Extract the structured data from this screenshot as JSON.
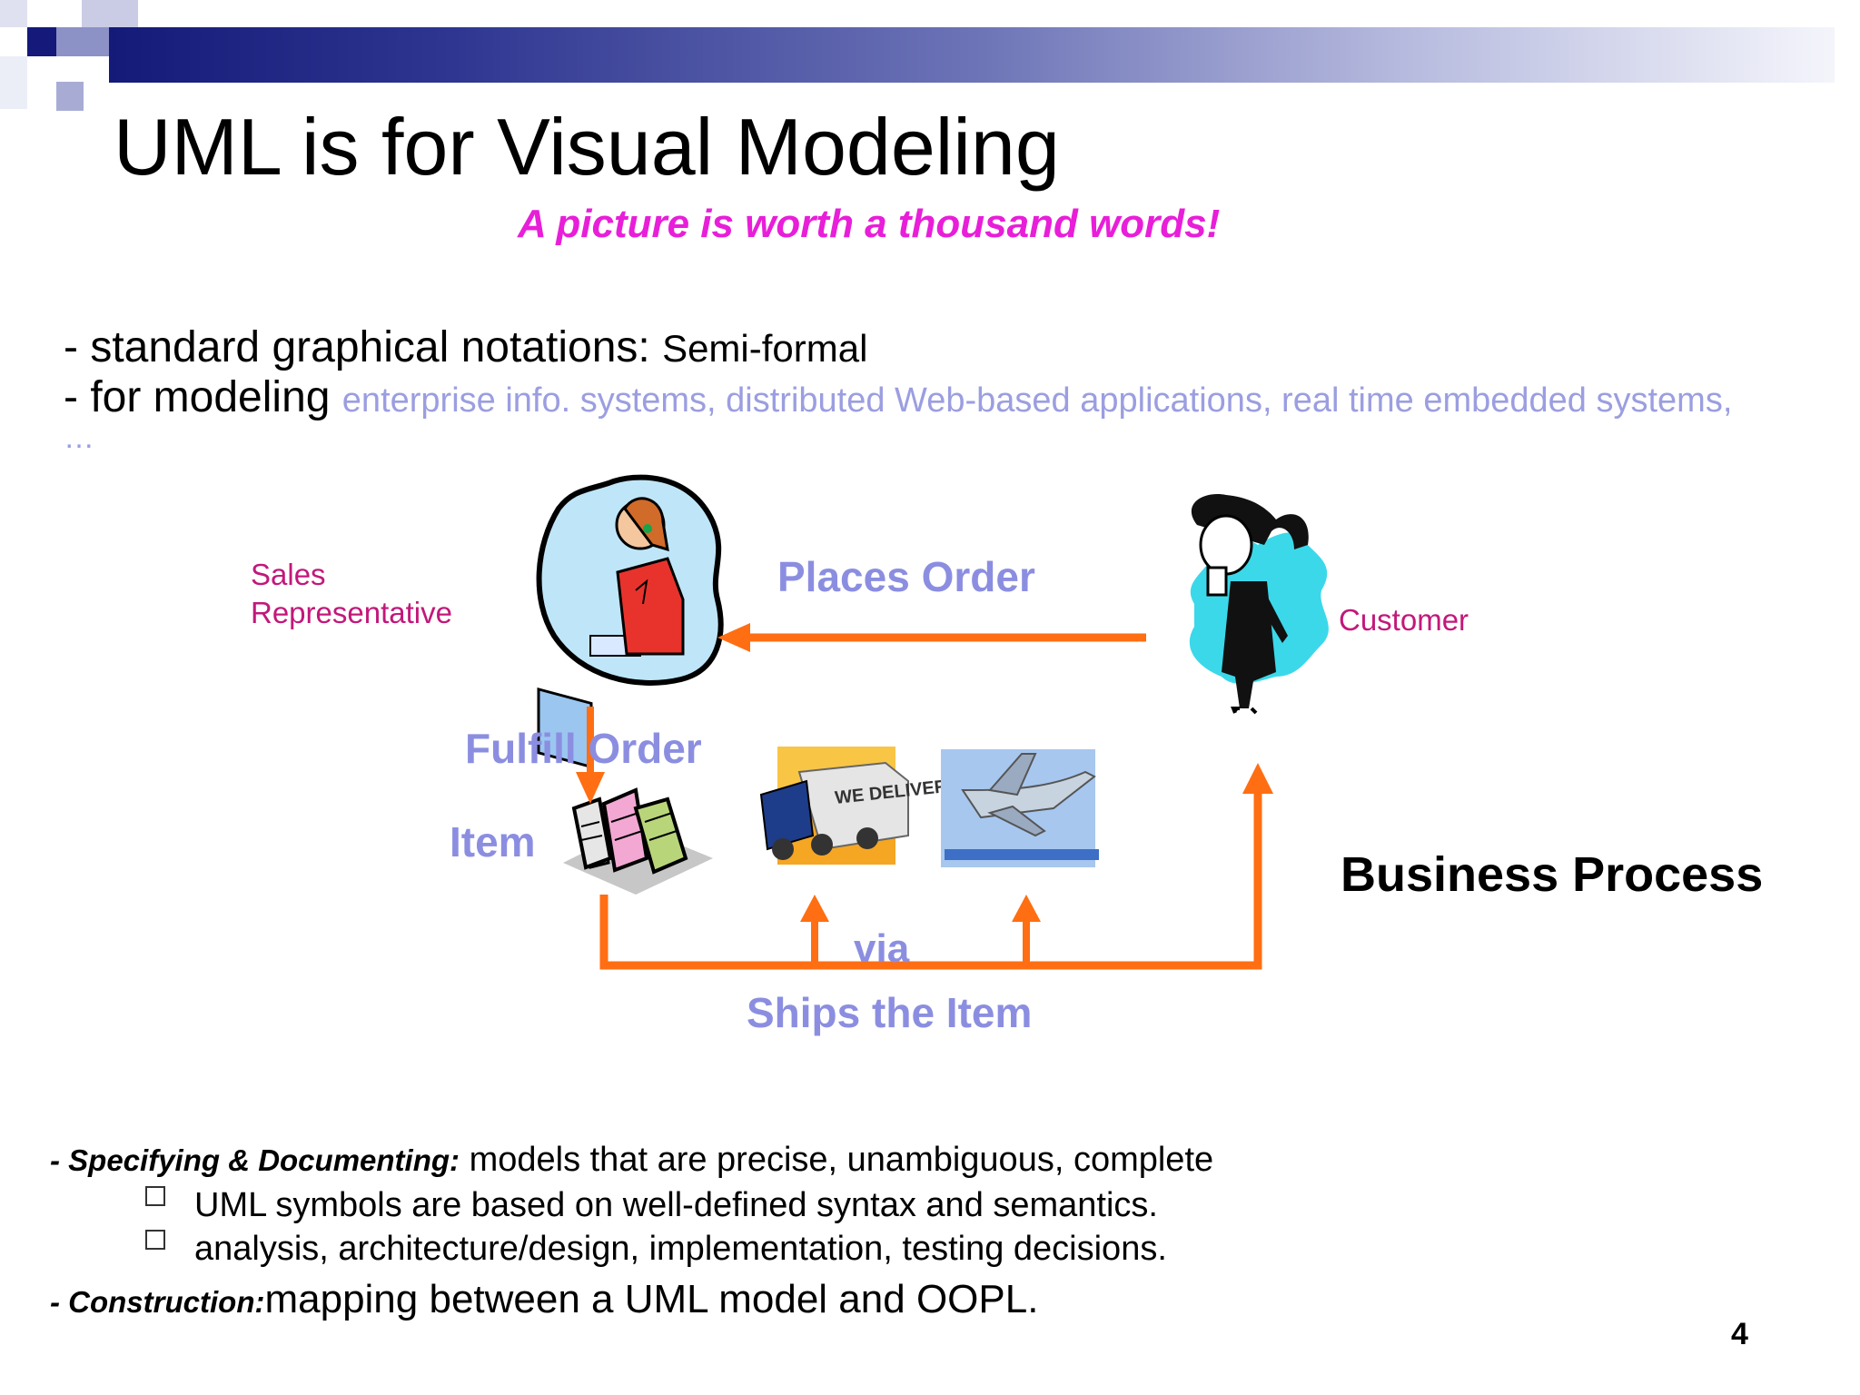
{
  "slide": {
    "title": "UML is for Visual Modeling",
    "subtitle": "A picture is worth a thousand words!",
    "bullets": {
      "line1_main": "- standard graphical notations: ",
      "line1_small": "Semi-formal",
      "line2_main": "- for modeling ",
      "line2_light": "enterprise info. systems, distributed Web-based applications, real time embedded systems,",
      "line3": "…"
    },
    "page_number": "4"
  },
  "diagram": {
    "sales_rep_line1": "Sales",
    "sales_rep_line2": "Representative",
    "customer": "Customer",
    "places_order": "Places Order",
    "fulfill_order": "Fulfill Order",
    "item": "Item",
    "via": "via",
    "ships_the_item": "Ships the Item",
    "business_process": "Business Process",
    "truck_text": "WE DELIVER",
    "colors": {
      "arrow": "#ff6e12",
      "label": "#8b8ee0",
      "role": "#c2187a"
    }
  },
  "footer": {
    "spec_lead": "- Specifying & Documenting:",
    "spec_text": " models that are precise, unambiguous, complete",
    "sub1": "UML symbols are based on well-defined syntax and semantics.",
    "sub2": "analysis, architecture/design, implementation, testing decisions.",
    "construction_lead": "- Construction:",
    "construction_text": "mapping between a UML model and OOPL."
  }
}
